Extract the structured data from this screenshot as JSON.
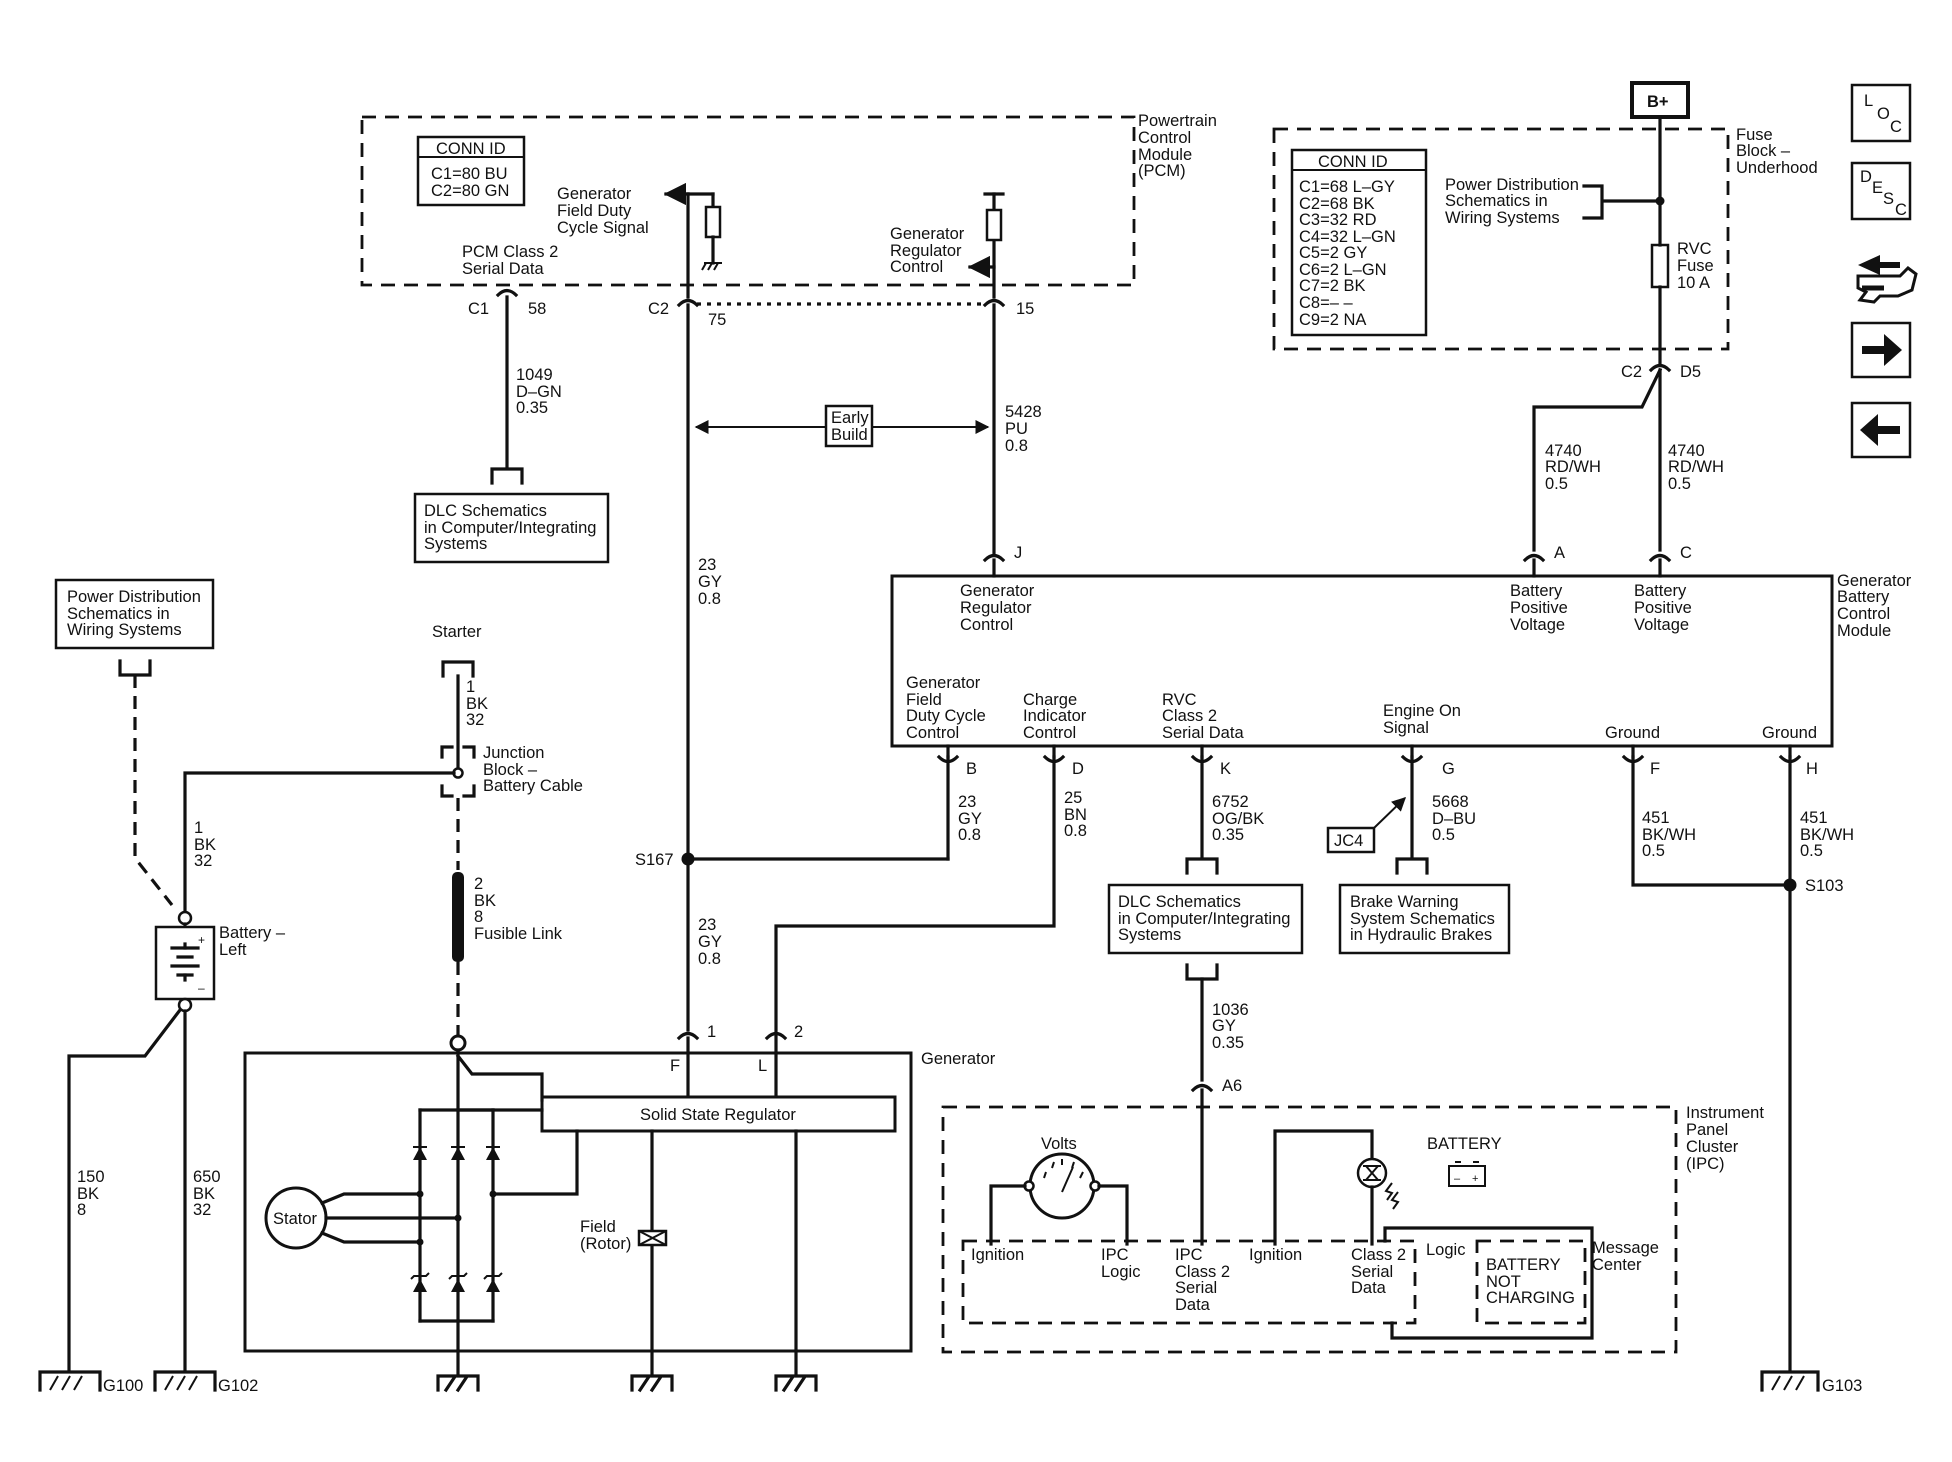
{
  "nav": {
    "loc_letters": [
      "L",
      "O",
      "C"
    ],
    "desc_letters": [
      "D",
      "E",
      "S",
      "C"
    ],
    "icons": [
      "connector-views-icon",
      "next-arrow-icon",
      "previous-arrow-icon"
    ]
  },
  "pcm": {
    "title_lines": [
      "Powertrain",
      "Control",
      "Module",
      "(PCM)"
    ],
    "conn_id_title": "CONN ID",
    "conn_id_lines": [
      "C1=80 BU",
      "C2=80 GN"
    ],
    "gen_field_lines": [
      "Generator",
      "Field Duty",
      "Cycle Signal"
    ],
    "gen_reg_lines": [
      "Generator",
      "Regulator",
      "Control"
    ],
    "class2_lines": [
      "PCM Class 2",
      "Serial Data"
    ],
    "pin_c1": "C1",
    "pin_58": "58",
    "pin_c2": "C2",
    "pin_75": "75",
    "pin_15": "15"
  },
  "fuse_block": {
    "title_lines": [
      "Fuse",
      "Block –",
      "Underhood"
    ],
    "b_plus": "B+",
    "conn_id_title": "CONN ID",
    "conn_id_lines": [
      "C1=68 L–GY",
      "C2=68 BK",
      "C3=32 RD",
      "C4=32 L–GN",
      "C5=2 GY",
      "C6=2 L–GN",
      "C7=2 BK",
      "C8=– –",
      "C9=2 NA"
    ],
    "power_dist_lines": [
      "Power Distribution",
      "Schematics in",
      "Wiring Systems"
    ],
    "fuse_lines": [
      "RVC",
      "Fuse",
      "10 A"
    ],
    "pin_c2": "C2",
    "pin_d5": "D5"
  },
  "wires": {
    "w1049": [
      "1049",
      "D–GN",
      "0.35"
    ],
    "w5428": [
      "5428",
      "PU",
      "0.8"
    ],
    "w23a": [
      "23",
      "GY",
      "0.8"
    ],
    "w23b": [
      "23",
      "GY",
      "0.8"
    ],
    "w23c": [
      "23",
      "GY",
      "0.8"
    ],
    "w25": [
      "25",
      "BN",
      "0.8"
    ],
    "w4740a": [
      "4740",
      "RD/WH",
      "0.5"
    ],
    "w4740b": [
      "4740",
      "RD/WH",
      "0.5"
    ],
    "w6752": [
      "6752",
      "OG/BK",
      "0.35"
    ],
    "w5668": [
      "5668",
      "D–BU",
      "0.5"
    ],
    "w451a": [
      "451",
      "BK/WH",
      "0.5"
    ],
    "w451b": [
      "451",
      "BK/WH",
      "0.5"
    ],
    "w1036": [
      "1036",
      "GY",
      "0.35"
    ],
    "w1bk_starter": [
      "1",
      "BK",
      "32"
    ],
    "w1bk_battery": [
      "1",
      "BK",
      "32"
    ],
    "w2bk": [
      "2",
      "BK",
      "8"
    ],
    "w150": [
      "150",
      "BK",
      "8"
    ],
    "w650": [
      "650",
      "BK",
      "32"
    ]
  },
  "early_build": [
    "Early",
    "Build"
  ],
  "dlc_top": [
    "DLC Schematics",
    "in Computer/Integrating",
    "Systems"
  ],
  "dlc_bottom": [
    "DLC Schematics",
    "in Computer/Integrating",
    "Systems"
  ],
  "power_dist_left": [
    "Power Distribution",
    "Schematics in",
    "Wiring Systems"
  ],
  "starter": "Starter",
  "junction_block": [
    "Junction",
    "Block –",
    "Battery Cable"
  ],
  "fusible_link": "Fusible Link",
  "battery": [
    "Battery –",
    "Left"
  ],
  "splices": {
    "s167": "S167",
    "s103": "S103"
  },
  "grounds": {
    "g100": "G100",
    "g102": "G102",
    "g103": "G103"
  },
  "bcm": {
    "title_lines": [
      "Generator",
      "Battery",
      "Control",
      "Module"
    ],
    "reg_ctrl": [
      "Generator",
      "Regulator",
      "Control"
    ],
    "batt_pos_a": [
      "Battery",
      "Positive",
      "Voltage"
    ],
    "batt_pos_c": [
      "Battery",
      "Positive",
      "Voltage"
    ],
    "field_duty": [
      "Generator",
      "Field",
      "Duty Cycle",
      "Control"
    ],
    "charge_ind": [
      "Charge",
      "Indicator",
      "Control"
    ],
    "rvc_class2": [
      "RVC",
      "Class 2",
      "Serial Data"
    ],
    "engine_on": [
      "Engine On",
      "Signal"
    ],
    "ground1": "Ground",
    "ground2": "Ground",
    "pins": {
      "j": "J",
      "a": "A",
      "c": "C",
      "b": "B",
      "d": "D",
      "k": "K",
      "g": "G",
      "f": "F",
      "h": "H"
    }
  },
  "jc4": "JC4",
  "brake_warning": [
    "Brake Warning",
    "System Schematics",
    "in Hydraulic Brakes"
  ],
  "generator": {
    "title": "Generator",
    "regulator": "Solid State Regulator",
    "stator": "Stator",
    "field_rotor": [
      "Field",
      "(Rotor)"
    ],
    "pin1": "1",
    "pin2": "2",
    "term_f": "F",
    "term_l": "L"
  },
  "ipc": {
    "title_lines": [
      "Instrument",
      "Panel",
      "Cluster",
      "(IPC)"
    ],
    "pin_a6": "A6",
    "volts": "Volts",
    "battery_label": "BATTERY",
    "ignition1": "Ignition",
    "ipc_logic": [
      "IPC",
      "Logic"
    ],
    "ipc_class2": [
      "IPC",
      "Class 2",
      "Serial",
      "Data"
    ],
    "ignition2": "Ignition",
    "class2": [
      "Class 2",
      "Serial",
      "Data"
    ],
    "logic": "Logic",
    "message_lines": [
      "BATTERY",
      "NOT",
      "CHARGING"
    ],
    "message_center": [
      "Message",
      "Center"
    ]
  }
}
